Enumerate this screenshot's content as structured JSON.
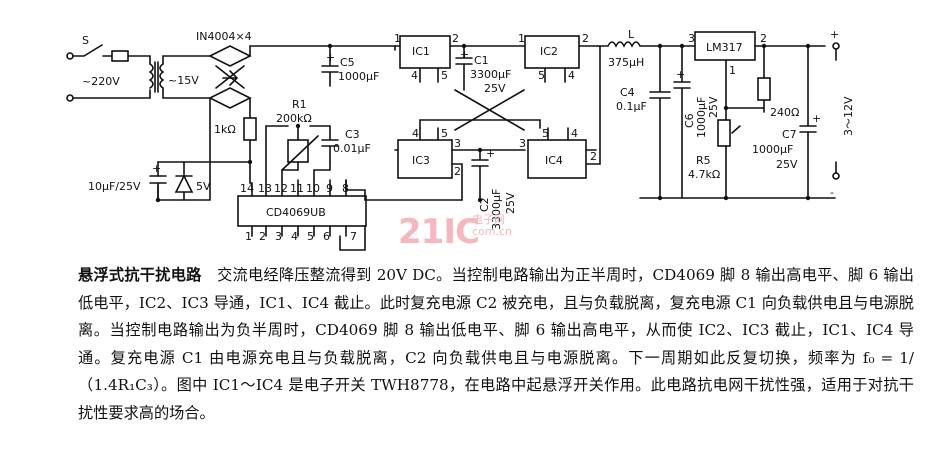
{
  "schematic": {
    "switch": "S",
    "mains": "~220V",
    "transformer_out": "~15V",
    "bridge": "IN4004×4",
    "c5": {
      "name": "C5",
      "value": "1000μF"
    },
    "ic1": "IC1",
    "ic2": "IC2",
    "ic3": "IC3",
    "ic4": "IC4",
    "c1": {
      "name": "C1",
      "value": "3300μF",
      "volt": "25V"
    },
    "c2": {
      "name": "C2",
      "value": "3300μF",
      "volt": "25V"
    },
    "inductor": {
      "name": "L",
      "value": "375μH"
    },
    "regulator": "LM317",
    "c4": {
      "name": "C4",
      "value": "0.1μF"
    },
    "c6": {
      "name": "C6",
      "value": "1000μF",
      "volt": "25V"
    },
    "r240": "240Ω",
    "r5": {
      "name": "R5",
      "value": "4.7kΩ"
    },
    "c7": {
      "name": "C7",
      "value": "1000μF",
      "volt": "25V"
    },
    "output": "3～12V",
    "r1": {
      "name": "R1",
      "value": "200kΩ"
    },
    "c3": {
      "name": "C3",
      "value": "0.01μF"
    },
    "r1k": "1kΩ",
    "cap_left": "10μF/25V",
    "zener": "5V",
    "chip": "CD4069UB",
    "pins_top": [
      "14",
      "13",
      "12",
      "11",
      "10",
      "9",
      "8"
    ],
    "pins_bottom": [
      "1",
      "2",
      "3",
      "4",
      "5",
      "6",
      "7"
    ],
    "pin_1": "1",
    "pin_2": "2",
    "pin_3": "3",
    "pin_4": "4",
    "pin_5": "5",
    "plus": "+",
    "minus": "-"
  },
  "watermark": {
    "logo": "21IC",
    "cn": "电子网",
    "url": "com.cn"
  },
  "description": {
    "title": "悬浮式抗干扰电路",
    "body": "交流电经降压整流得到 20V DC。当控制电路输出为正半周时，CD4069 脚 8 输出高电平、脚 6 输出低电平，IC2、IC3 导通，IC1、IC4 截止。此时复充电源 C2 被充电，且与负载脱离，复充电源 C1 向负载供电且与电源脱离。当控制电路输出为负半周时，CD4069 脚 8 输出低电平、脚 6 输出高电平，从而使 IC2、IC3 截止，IC1、IC4 导通。复充电源 C1 由电源充电且与负载脱离，C2 向负载供电且与电源脱离。下一周期如此反复切换，频率为 f₀ = 1/（1.4R₁C₃）。图中 IC1～IC4 是电子开关 TWH8778，在电路中起悬浮开关作用。此电路抗电网干扰性强，适用于对抗干扰性要求高的场合。"
  }
}
